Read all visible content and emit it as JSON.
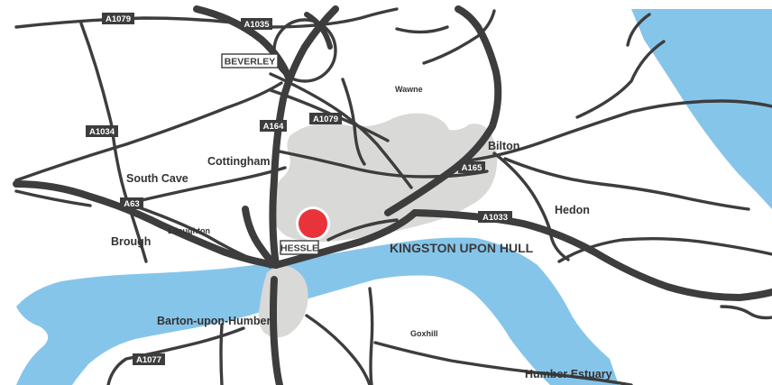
{
  "colors": {
    "water": "#86c5ea",
    "urban": "#d9d9d7",
    "road": "#3d3d3d",
    "marker": "#e8333a",
    "background": "#ffffff"
  },
  "marker": {
    "name": "location-pin-icon"
  },
  "labels": {
    "south_cave": "South Cave",
    "cottingham": "Cottingham",
    "wawne": "Wawne",
    "bilton": "Bilton",
    "hedon": "Hedon",
    "brough": "Brough",
    "elloughton": "Elloughton",
    "kingston": "KINGSTON UPON HULL",
    "barton": "Barton-upon-Humber",
    "goxhill": "Goxhill",
    "humber_estuary": "Humber Estuary"
  },
  "towns": {
    "beverley": "BEVERLEY",
    "hessle": "HESSLE"
  },
  "roads": {
    "a1079_nw": "A1079",
    "a1035": "A1035",
    "a1034": "A1034",
    "a164": "A164",
    "a1079_e": "A1079",
    "a165": "A165",
    "a63": "A63",
    "a1033": "A1033",
    "a1077": "A1077"
  }
}
